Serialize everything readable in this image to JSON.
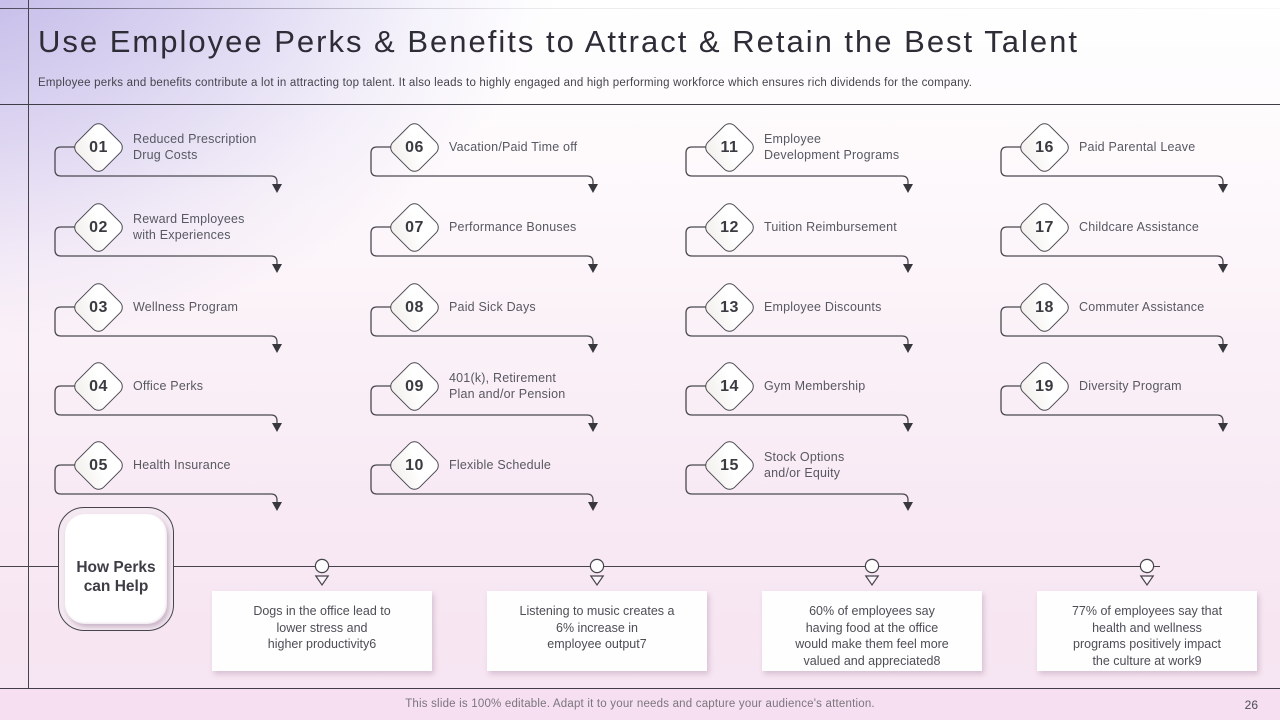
{
  "slide": {
    "title": "Use Employee Perks & Benefits to Attract & Retain the Best Talent",
    "subtitle": "Employee perks and benefits contribute a lot in attracting top talent. It also leads to highly engaged and high performing workforce which ensures rich dividends for the company.",
    "footer_note": "This slide is 100% editable. Adapt it to your needs and capture your audience's attention.",
    "page_number": "26"
  },
  "colors": {
    "accent_purple": "#b3a9e2",
    "background_pink": "#f7e7f3",
    "footer_strip_pink": "#f5dff0",
    "line_dark": "#45444d",
    "text_dark": "#3a3a41",
    "text_gray": "#585862"
  },
  "perks": {
    "items": [
      {
        "num": "01",
        "label": "Reduced Prescription\nDrug Costs"
      },
      {
        "num": "02",
        "label": "Reward Employees\nwith Experiences"
      },
      {
        "num": "03",
        "label": "Wellness Program"
      },
      {
        "num": "04",
        "label": "Office Perks"
      },
      {
        "num": "05",
        "label": "Health Insurance"
      },
      {
        "num": "06",
        "label": "Vacation/Paid Time off"
      },
      {
        "num": "07",
        "label": "Performance Bonuses"
      },
      {
        "num": "08",
        "label": "Paid Sick Days"
      },
      {
        "num": "09",
        "label": "401(k), Retirement\nPlan and/or Pension"
      },
      {
        "num": "10",
        "label": "Flexible Schedule"
      },
      {
        "num": "11",
        "label": "Employee\nDevelopment Programs"
      },
      {
        "num": "12",
        "label": "Tuition Reimbursement"
      },
      {
        "num": "13",
        "label": "Employee Discounts"
      },
      {
        "num": "14",
        "label": "Gym Membership"
      },
      {
        "num": "15",
        "label": "Stock Options\nand/or Equity"
      },
      {
        "num": "16",
        "label": "Paid Parental Leave"
      },
      {
        "num": "17",
        "label": "Childcare Assistance"
      },
      {
        "num": "18",
        "label": "Commuter Assistance"
      },
      {
        "num": "19",
        "label": "Diversity Program"
      }
    ]
  },
  "how_perks": {
    "label": "How Perks\ncan Help"
  },
  "stats": [
    {
      "text": "Dogs in the office lead to\nlower stress and\nhigher productivity6"
    },
    {
      "text": "Listening to music creates a\n6% increase in\nemployee output7"
    },
    {
      "text": "60% of employees say\nhaving food at the office\nwould make them feel more\nvalued and appreciated8"
    },
    {
      "text": "77% of employees say that\nhealth and wellness\nprograms positively impact\nthe culture at work9"
    }
  ]
}
